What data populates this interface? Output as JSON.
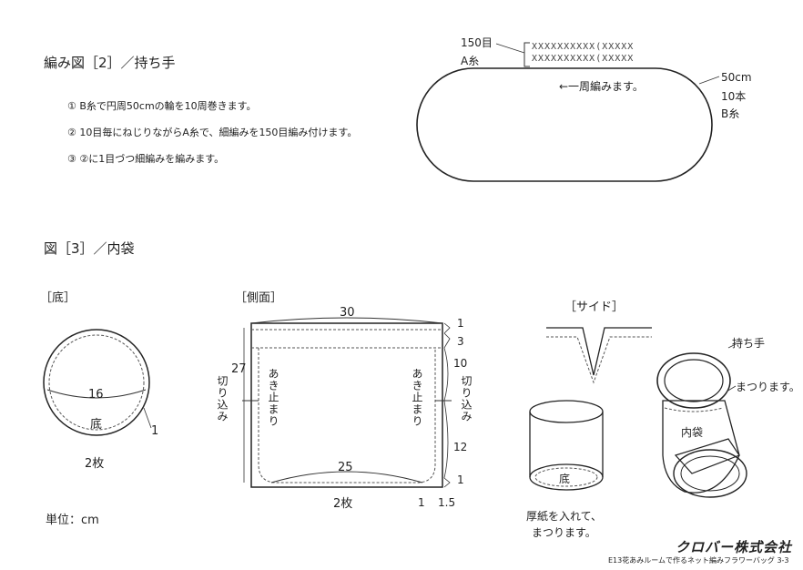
{
  "section2": {
    "title": "編み図［2］／持ち手",
    "steps": [
      "①  B糸で円周50cmの輪を10周巻きます。",
      "②  10目毎にねじりながらA糸で、細編みを150目編み付けます。",
      "③  ②に1目づつ細編みを編みます。"
    ],
    "diagram": {
      "stitch_count": "150目",
      "yarn_a": "A糸",
      "row1": "XXXXXXXXXX(XXXXX",
      "row2": "XXXXXXXXXX(XXXXX",
      "direction": "←一周編みます。",
      "circ": "50cm",
      "wraps": "10本",
      "yarn_b": "B糸"
    }
  },
  "section3": {
    "title": "図［3］／内袋",
    "bottom": {
      "label": "［底］",
      "diameter": "16",
      "center": "底",
      "seam": "1",
      "count": "2枚"
    },
    "side": {
      "label": "［側面］",
      "width_top": "30",
      "height": "27",
      "cut_left": "切り込み",
      "cut_right": "切り込み",
      "open_left": "あき止まり",
      "open_right": "あき止まり",
      "dim_1_top": "1",
      "dim_3": "3",
      "dim_10": "10",
      "dim_12": "12",
      "dim_1_bottom": "1",
      "bottom_width": "25",
      "count": "2枚",
      "corner_1": "1",
      "corner_15": "1.5"
    },
    "side_view": {
      "label": "［サイド］",
      "handle": "持ち手",
      "sew_note": "まつります。",
      "inner_bag": "内袋",
      "bottom": "底",
      "cardboard_note_1": "厚紙を入れて、",
      "cardboard_note_2": "まつります。"
    }
  },
  "unit": "単位：cm",
  "brand": "クロバー株式会社",
  "footer": "E13花あみルームで作るネット編みフラワーバッグ 3-3"
}
